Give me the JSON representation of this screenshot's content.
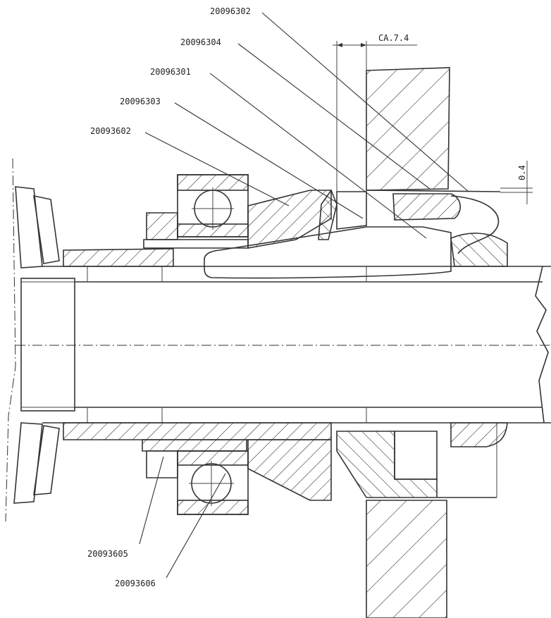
{
  "drawing": {
    "part_labels": [
      {
        "id": "p1",
        "text": "20096302"
      },
      {
        "id": "p2",
        "text": "20096304"
      },
      {
        "id": "p3",
        "text": "20096301"
      },
      {
        "id": "p4",
        "text": "20096303"
      },
      {
        "id": "p5",
        "text": "20093602"
      },
      {
        "id": "p6",
        "text": "20093605"
      },
      {
        "id": "p7",
        "text": "20093606"
      }
    ],
    "dimensions": [
      {
        "id": "d1",
        "text": "CA.7.4"
      },
      {
        "id": "d2",
        "text": "0.4"
      }
    ]
  }
}
